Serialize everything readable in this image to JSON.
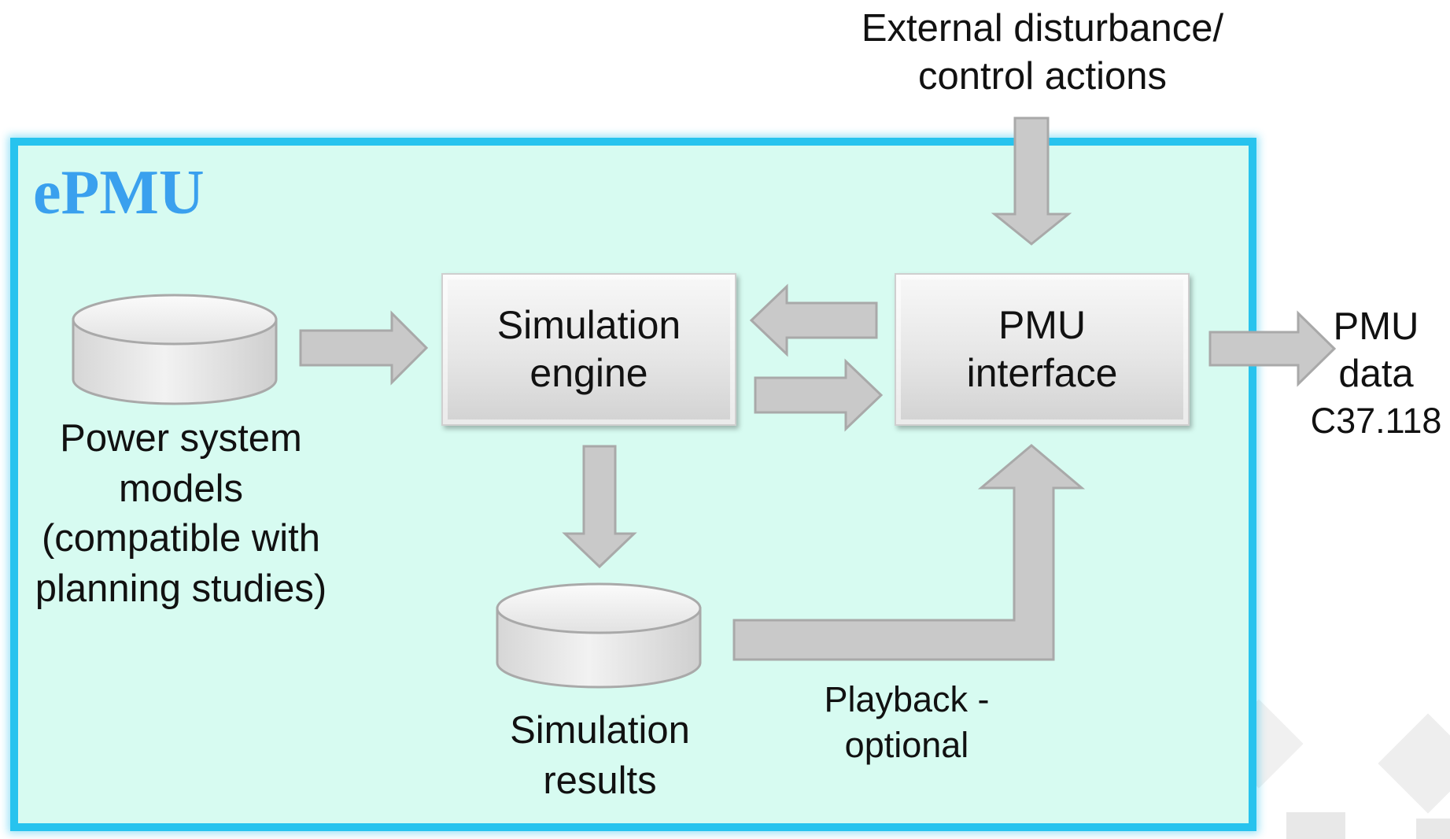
{
  "container": {
    "title": "ePMU",
    "border_color": "#27c3ee",
    "fill_color": "#d7fbf1",
    "title_color": "#3aa0ee"
  },
  "external_input": {
    "line1": "External disturbance/",
    "line2": "control actions"
  },
  "nodes": {
    "simulation_engine": {
      "line1": "Simulation",
      "line2": "engine"
    },
    "pmu_interface": {
      "line1": "PMU",
      "line2": "interface"
    },
    "power_system_models": {
      "line1": "Power system",
      "line2": "models",
      "line3": "(compatible with",
      "line4": "planning studies)"
    },
    "simulation_results": {
      "line1": "Simulation",
      "line2": "results"
    }
  },
  "output": {
    "line1": "PMU",
    "line2": "data",
    "protocol": "C37.118"
  },
  "playback": {
    "line1": "Playback -",
    "line2": "optional"
  },
  "style": {
    "arrow_fill": "#c9c9c9",
    "arrow_stroke": "#a9a9a9",
    "block_fill": "#e6e6e6"
  }
}
